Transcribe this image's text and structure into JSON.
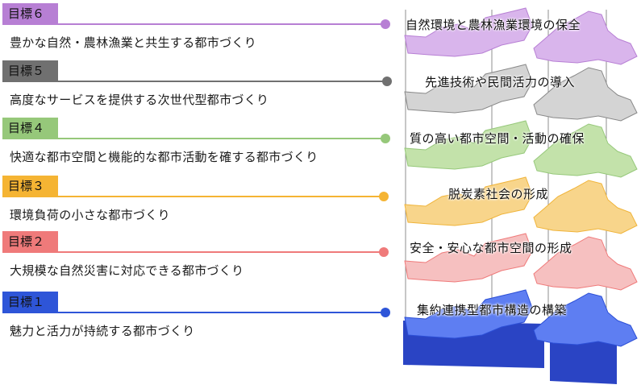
{
  "goals": [
    {
      "label": "目標６",
      "description": "豊かな自然・農林漁業と共生する都市づくり",
      "color": "#b77fd4"
    },
    {
      "label": "目標５",
      "description": "高度なサービスを提供する次世代型都市づくり",
      "color": "#707070"
    },
    {
      "label": "目標４",
      "description": "快適な都市空間と機能的な都市活動を確する都市づくり",
      "color": "#96c87a"
    },
    {
      "label": "目標３",
      "description": "環境負荷の小さな都市づくり",
      "color": "#f5b433"
    },
    {
      "label": "目標２",
      "description": "大規模な自然災害に対応できる都市づくり",
      "color": "#ef7a7a"
    },
    {
      "label": "目標１",
      "description": "魅力と活力が持続する都市づくり",
      "color": "#2e55d8"
    }
  ],
  "policies": [
    {
      "label": "自然環境と農林漁業環境の保全"
    },
    {
      "label": "先進技術や民間活力の導入"
    },
    {
      "label": "質の高い都市空間・活動の確保"
    },
    {
      "label": "脱炭素社会の形成"
    },
    {
      "label": "安全・安心な都市空間の形成"
    },
    {
      "label": "集約連携型都市構造の構築"
    }
  ],
  "layer_colors": [
    {
      "fill": "#d9b5ec",
      "stroke": "#b77fd4"
    },
    {
      "fill": "#d4d4d4",
      "stroke": "#888888"
    },
    {
      "fill": "#c3e2aa",
      "stroke": "#96c87a"
    },
    {
      "fill": "#f8d58b",
      "stroke": "#f0b43a"
    },
    {
      "fill": "#f6c0c0",
      "stroke": "#ef7a7a"
    },
    {
      "fill": "#5e7ef2",
      "stroke": "#2c4fd6"
    }
  ]
}
